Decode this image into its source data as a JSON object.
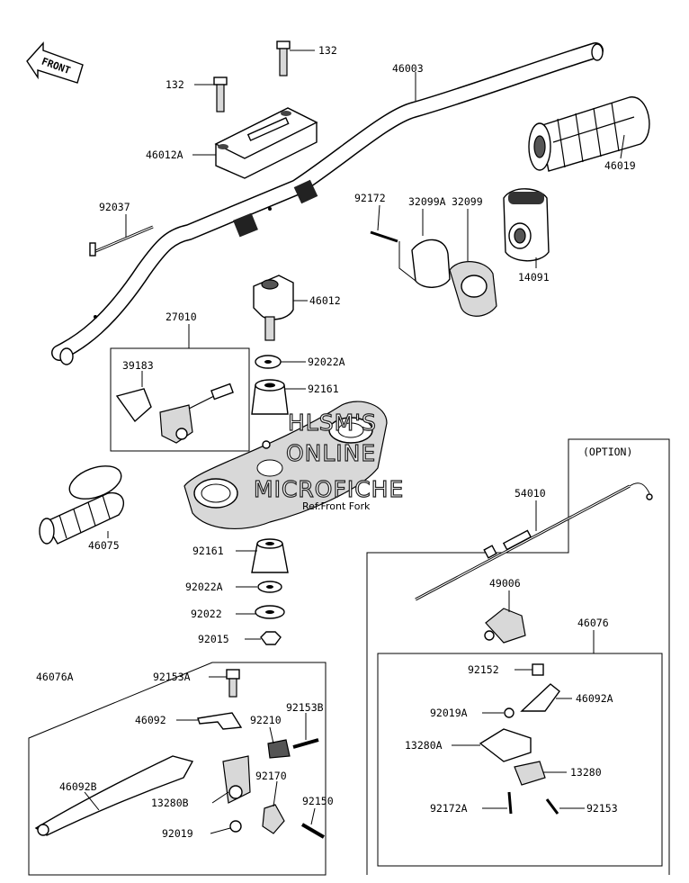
{
  "front_label": "FRONT",
  "option_label": "(OPTION)",
  "watermark": [
    "HLSM'S",
    "ONLINE",
    "MICROFICHE"
  ],
  "reference": "Ref.Front Fork",
  "part_labels": {
    "p132a": "132",
    "p132b": "132",
    "p46003": "46003",
    "p46012A": "46012A",
    "p46019": "46019",
    "p92037": "92037",
    "p92172": "92172",
    "p32099A": "32099A",
    "p32099": "32099",
    "p14091": "14091",
    "p46012": "46012",
    "p27010": "27010",
    "p92022A_top": "92022A",
    "p39183": "39183",
    "p92161_top": "92161",
    "p46075": "46075",
    "p92161_bot": "92161",
    "p92022A_bot": "92022A",
    "p92022": "92022",
    "p92015": "92015",
    "p54010": "54010",
    "p49006": "49006",
    "p46076": "46076",
    "p92152": "92152",
    "p46092A": "46092A",
    "p92019A": "92019A",
    "p13280A": "13280A",
    "p13280": "13280",
    "p92172A": "92172A",
    "p92153": "92153",
    "p46076A": "46076A",
    "p92153A": "92153A",
    "p92153B": "92153B",
    "p46092": "46092",
    "p92210": "92210",
    "p46092B": "46092B",
    "p92170": "92170",
    "p13280B": "13280B",
    "p92150": "92150",
    "p92019": "92019"
  }
}
